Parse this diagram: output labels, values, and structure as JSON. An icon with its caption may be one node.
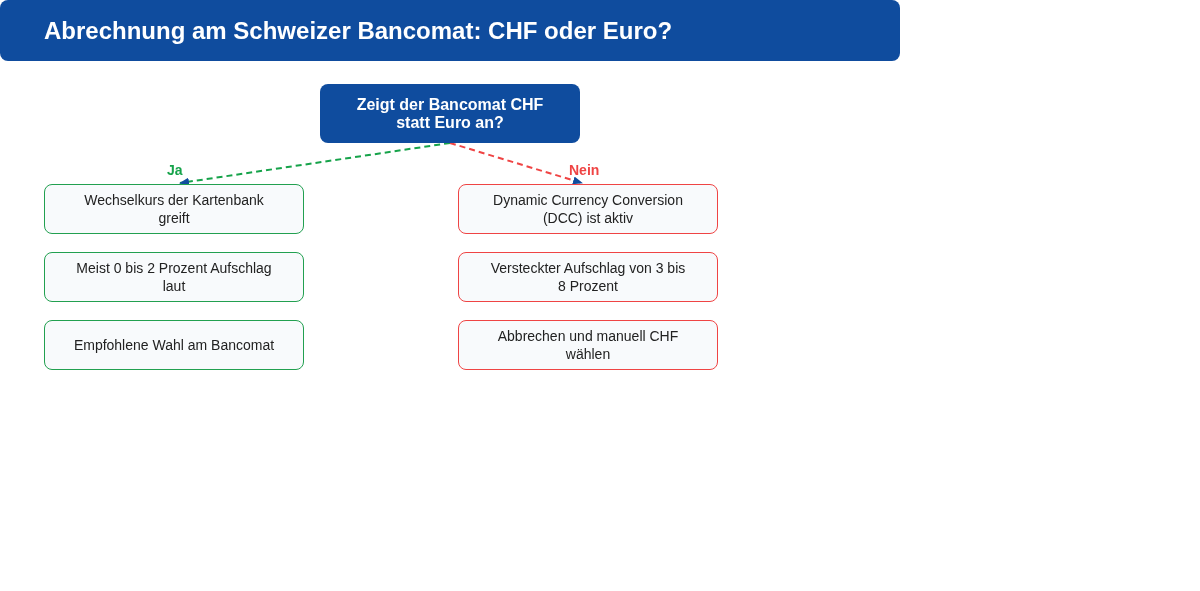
{
  "diagram": {
    "title": "Abrechnung am Schweizer Bancomat: CHF oder Euro?",
    "nodes": [
      {
        "text": [
          "Zeigt der Bancomat CHF statt Euro an?"
        ]
      },
      {
        "text": [
          "Wechselkurs der Kartenbank greift"
        ]
      },
      {
        "text": [
          "Meist 0 bis 2 Prozent Aufschlag laut"
        ]
      },
      {
        "text": [
          "Empfohlene Wahl am Bancomat"
        ]
      },
      {
        "text": [
          "Dynamic Currency Conversion (DCC) ist aktiv"
        ]
      },
      {
        "text": [
          "Versteckter Aufschlag von 3 bis 8 Prozent"
        ]
      },
      {
        "text": [
          "Abbrechen und manuell CHF wählen"
        ]
      }
    ],
    "edges": [
      {
        "from": 0,
        "to": 1,
        "arrow": "to",
        "label": "Ja",
        "style": "dashed",
        "color": "#16a34a"
      },
      {
        "from": 0,
        "to": 4,
        "arrow": "to",
        "label": "Nein",
        "style": "dashed",
        "color": "#ef4444"
      }
    ]
  }
}
